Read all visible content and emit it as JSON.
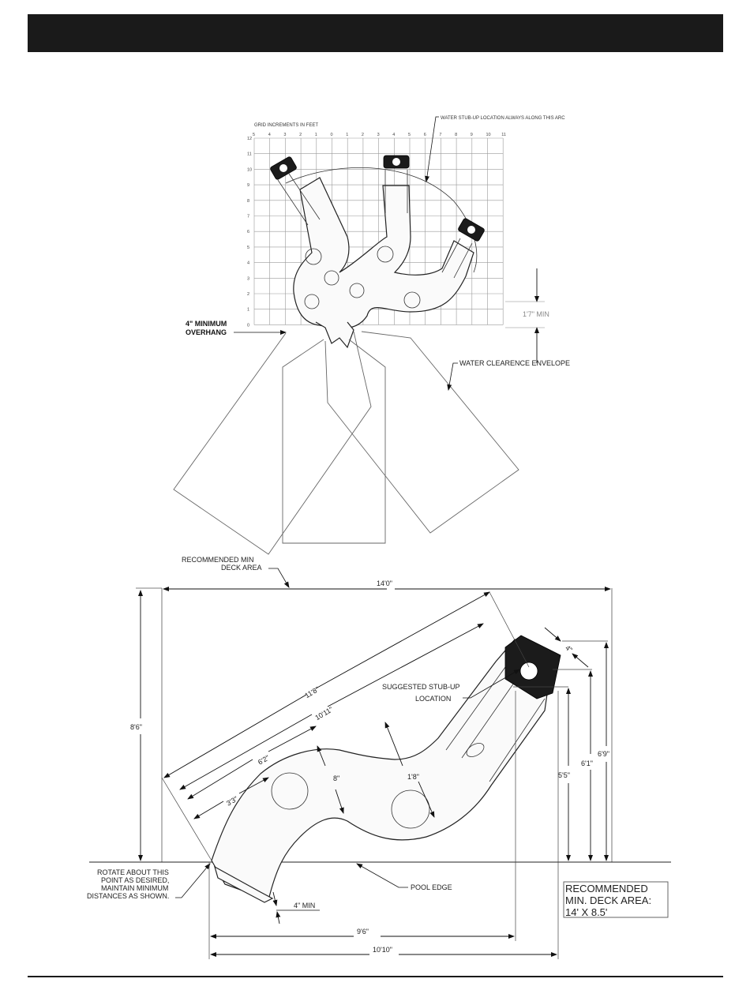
{
  "top_view": {
    "grid_title": "GRID INCREMENTS IN FEET",
    "x_ticks": [
      "5",
      "4",
      "3",
      "2",
      "1",
      "0",
      "1",
      "2",
      "3",
      "4",
      "5",
      "6",
      "7",
      "8",
      "9",
      "10",
      "11"
    ],
    "y_ticks": [
      "12",
      "11",
      "10",
      "9",
      "8",
      "7",
      "6",
      "5",
      "4",
      "3",
      "2",
      "1",
      "0"
    ],
    "stub_up_note": "WATER STUB-UP LOCATION ALWAYS ALONG THIS ARC",
    "min_overhang_line1": "4\" MINIMUM",
    "min_overhang_line2": "OVERHANG",
    "clearance_min": "1'7\" MIN",
    "clearance_envelope": "WATER CLEARENCE ENVELOPE"
  },
  "bottom_view": {
    "deck_area_line1": "RECOMMENDED MIN",
    "deck_area_line2": "DECK AREA",
    "width_dim": "14'0\"",
    "height_dim": "8'6\"",
    "length_11_8": "11'8\"",
    "length_10_11": "10'11\"",
    "length_6_2": "6'2\"",
    "length_3_3": "3'3\"",
    "gap_8": "8\"",
    "gap_1_8": "1'8\"",
    "top_4": "4\"",
    "stub_up_line1": "SUGGESTED STUB-UP",
    "stub_up_line2": "LOCATION",
    "right_5_5": "5'5\"",
    "right_6_1": "6'1\"",
    "right_6_9": "6'9\"",
    "rotate_line1": "ROTATE ABOUT THIS",
    "rotate_line2": "POINT AS DESIRED,",
    "rotate_line3": "MAINTAIN MINIMUM",
    "rotate_line4": "DISTANCES AS SHOWN.",
    "pool_edge": "POOL EDGE",
    "four_min": "4\" MIN",
    "bottom_9_6": "9'6\"",
    "bottom_10_10": "10'10\"",
    "recommended_box_line1": "RECOMMENDED",
    "recommended_box_line2": "MIN. DECK AREA:",
    "recommended_box_line3": "14' X 8.5'"
  }
}
